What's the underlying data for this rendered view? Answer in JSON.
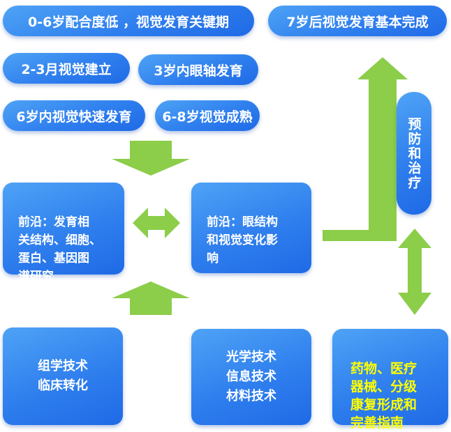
{
  "top_pills": {
    "critical_period": "0-6岁配合度低 ，视觉发育关键期",
    "after_seven": "7岁后视觉发育基本完成",
    "two_three_months": "2-3月视觉建立",
    "three_years": "3岁内眼轴发育",
    "six_years": "6岁内视觉快速发育",
    "six_eight_years": "6-8岁视觉成熟"
  },
  "frontier_left": "前沿：发育相\n关结构、细胞、\n蛋白、基因图\n谱研究",
  "frontier_right": "前沿：眼结构\n和视觉变化影\n响",
  "prevention": "预防和治疗",
  "bottom_cards": {
    "clinical": "组学技术\n临床转化",
    "tech": "光学技术\n信息技术\n材料技术",
    "guidelines": "药物、医疗\n器械、分级\n康复形成和\n完善指南"
  },
  "colors": {
    "arrow_green": "#8ccd4a",
    "box_blue": "#2f7fee",
    "guideline_text": "#ffff00"
  }
}
